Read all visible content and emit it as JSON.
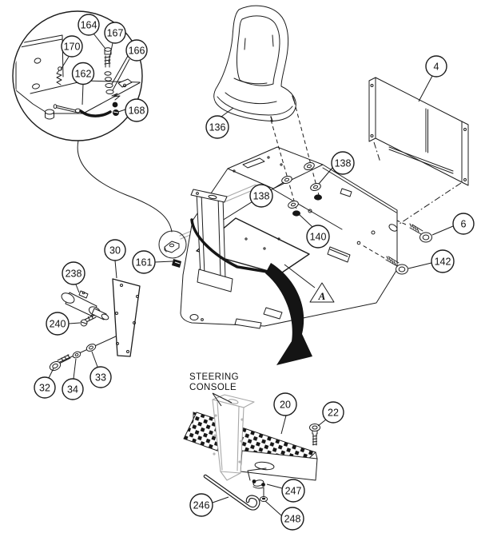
{
  "diagram": {
    "background_color": "#ffffff",
    "line_color": "#1c1c1c",
    "ghost_line_color": "#a8a8a8"
  },
  "labels": {
    "steering_console": [
      "STEERING",
      "CONSOLE"
    ],
    "view_marker": "A"
  },
  "callouts": [
    {
      "label": "164"
    },
    {
      "label": "167"
    },
    {
      "label": "170"
    },
    {
      "label": "166"
    },
    {
      "label": "162"
    },
    {
      "label": "168"
    },
    {
      "label": "136"
    },
    {
      "label": "4"
    },
    {
      "label": "138"
    },
    {
      "label": "138"
    },
    {
      "label": "140"
    },
    {
      "label": "6"
    },
    {
      "label": "142"
    },
    {
      "label": "30"
    },
    {
      "label": "161"
    },
    {
      "label": "238"
    },
    {
      "label": "240"
    },
    {
      "label": "32"
    },
    {
      "label": "34"
    },
    {
      "label": "33"
    },
    {
      "label": "20"
    },
    {
      "label": "22"
    },
    {
      "label": "247"
    },
    {
      "label": "246"
    },
    {
      "label": "248"
    }
  ]
}
